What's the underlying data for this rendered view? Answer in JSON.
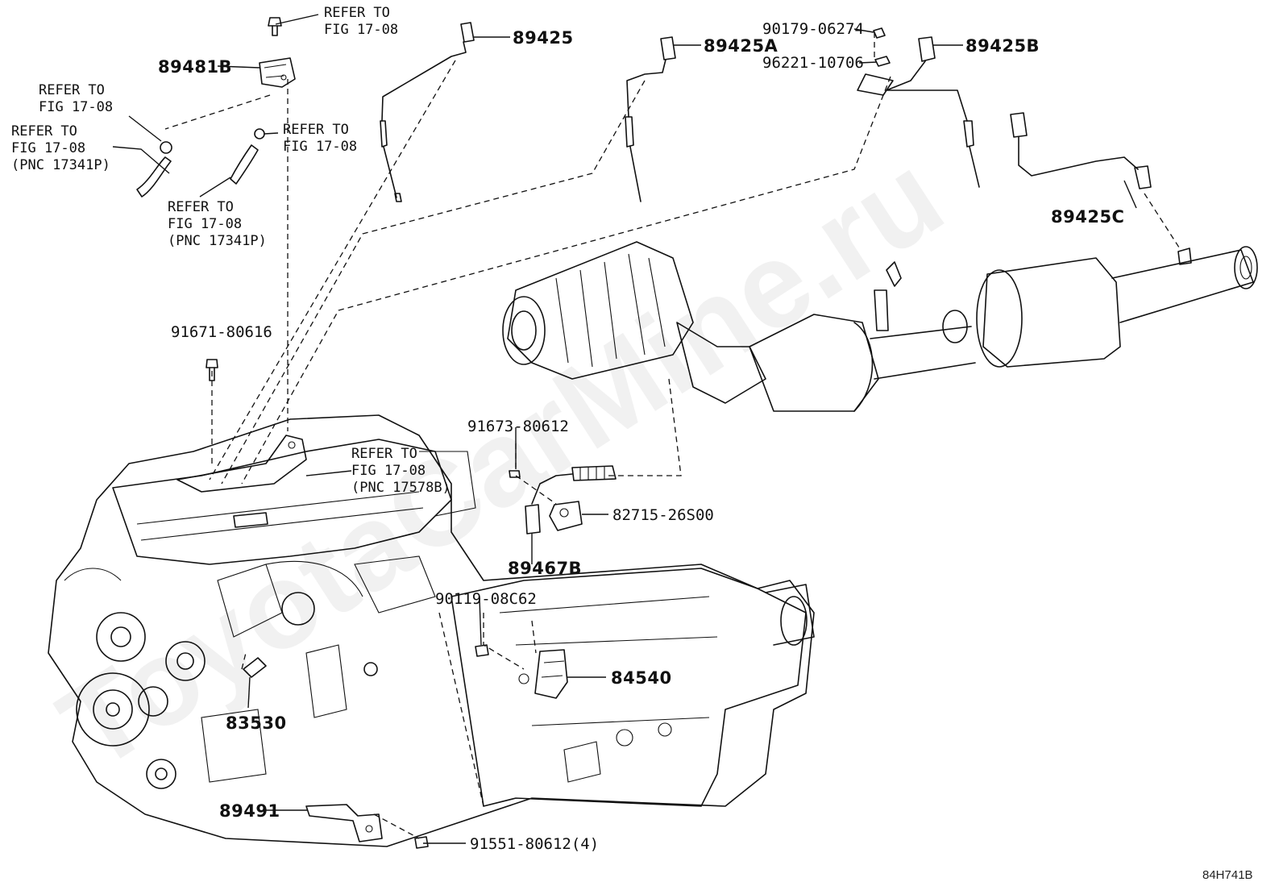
{
  "watermark": "ToyotaCarMine.ru",
  "figure_code": "84H741B",
  "refer_lines": {
    "refer_to": "REFER TO",
    "fig": "FIG 17-08",
    "pnc_17341p": "(PNC 17341P)",
    "pnc_17578b": "(PNC 17578B)"
  },
  "parts": {
    "p89481B": "89481B",
    "p89425": "89425",
    "p89425A": "89425A",
    "p89425B": "89425B",
    "p89425C": "89425C",
    "p90179": "90179-06274",
    "p96221": "96221-10706",
    "p91671": "91671-80616",
    "p91673": "91673-80612",
    "p82715": "82715-26S00",
    "p89467B": "89467B",
    "p90119": "90119-08C62",
    "p84540": "84540",
    "p83530": "83530",
    "p89491": "89491",
    "p91551": "91551-80612(4)"
  }
}
